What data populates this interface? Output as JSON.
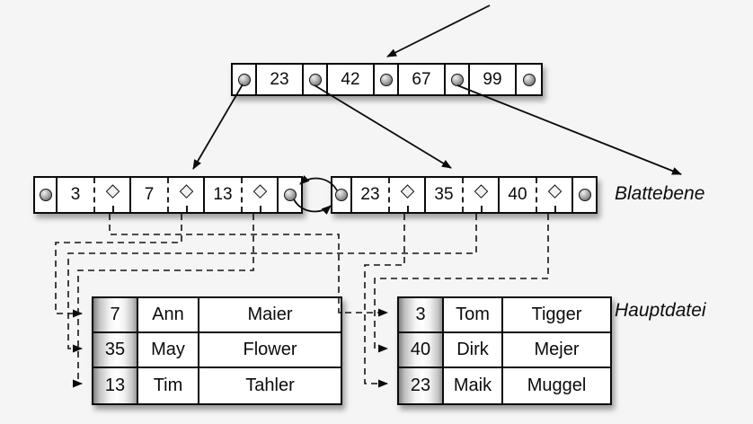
{
  "labels": {
    "leaf_level": "Blattebene",
    "main_file": "Hauptdatei"
  },
  "root_node": {
    "keys": [
      "23",
      "42",
      "67",
      "99"
    ]
  },
  "leaf_level": {
    "left_node": {
      "keys": [
        "3",
        "7",
        "13"
      ]
    },
    "right_node": {
      "keys": [
        "23",
        "35",
        "40"
      ]
    }
  },
  "main_file": {
    "left_block": {
      "rows": [
        [
          "7",
          "Ann",
          "Maier"
        ],
        [
          "35",
          "May",
          "Flower"
        ],
        [
          "13",
          "Tim",
          "Tahler"
        ]
      ]
    },
    "right_block": {
      "rows": [
        [
          "3",
          "Tom",
          "Tigger"
        ],
        [
          "40",
          "Dirk",
          "Mejer"
        ],
        [
          "23",
          "Maik",
          "Muggel"
        ]
      ]
    }
  },
  "icons": {
    "pointer": "pointer-circle-icon",
    "record_pointer": "record-diamond-icon"
  },
  "colors": {
    "background": "#f5f5f6",
    "node_fill": "#ffffff",
    "stroke": "#0b0b0b",
    "circle_fill": "#8c8c8c",
    "diamond_fill": "#f1f1f1"
  }
}
